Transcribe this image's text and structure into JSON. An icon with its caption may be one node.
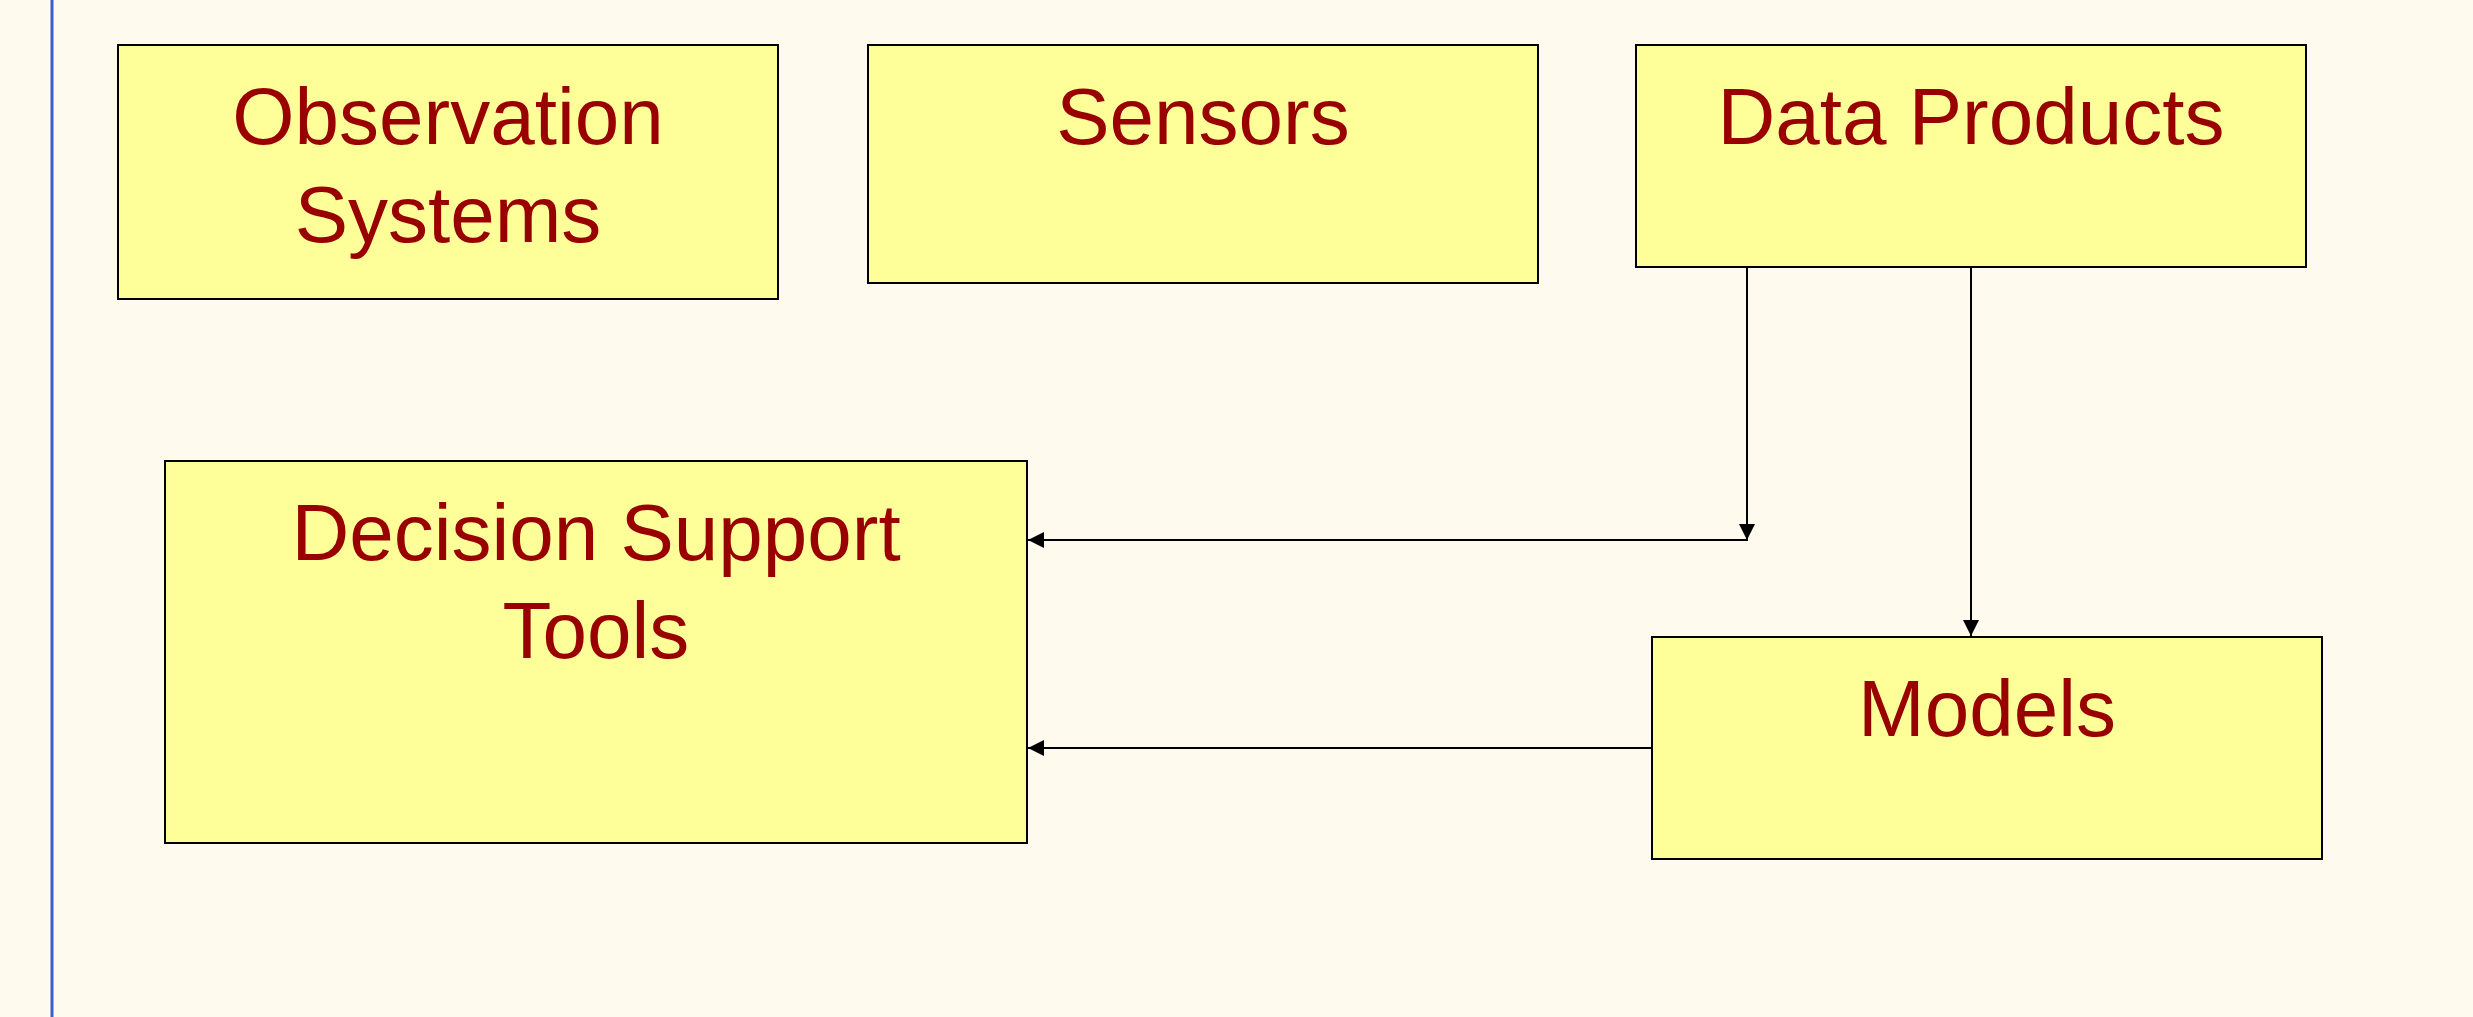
{
  "diagram": {
    "nodes": [
      {
        "text": [
          "Observation Systems"
        ]
      },
      {
        "text": [
          "Sensors"
        ]
      },
      {
        "text": [
          "Data Products"
        ]
      },
      {
        "text": [
          "Decision Support Tools"
        ]
      },
      {
        "text": [
          "Models"
        ]
      }
    ],
    "edges": [
      {
        "from": 2,
        "to": 3,
        "arrow": "to"
      },
      {
        "from": 2,
        "to": 4,
        "arrow": "to"
      },
      {
        "from": 4,
        "to": 3,
        "arrow": "to"
      }
    ]
  }
}
